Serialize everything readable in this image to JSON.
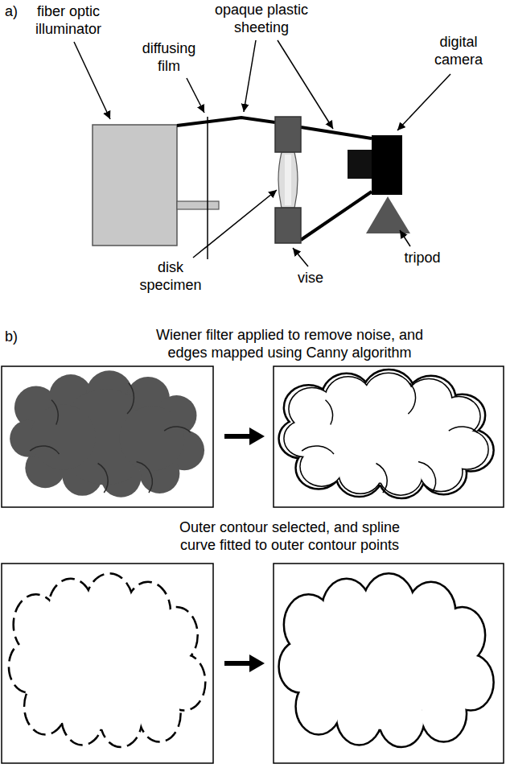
{
  "diagram": {
    "labels": [
      "a)",
      "fiber optic illuminator",
      "opaque plastic sheeting",
      "digital camera",
      "diffusing film",
      "disk specimen",
      "vise",
      "tripod",
      "b)",
      "Wiener filter applied to remove noise, and edges mapped using Canny algorithm",
      "Outer contour selected, and spline curve fitted to outer contour points"
    ]
  }
}
